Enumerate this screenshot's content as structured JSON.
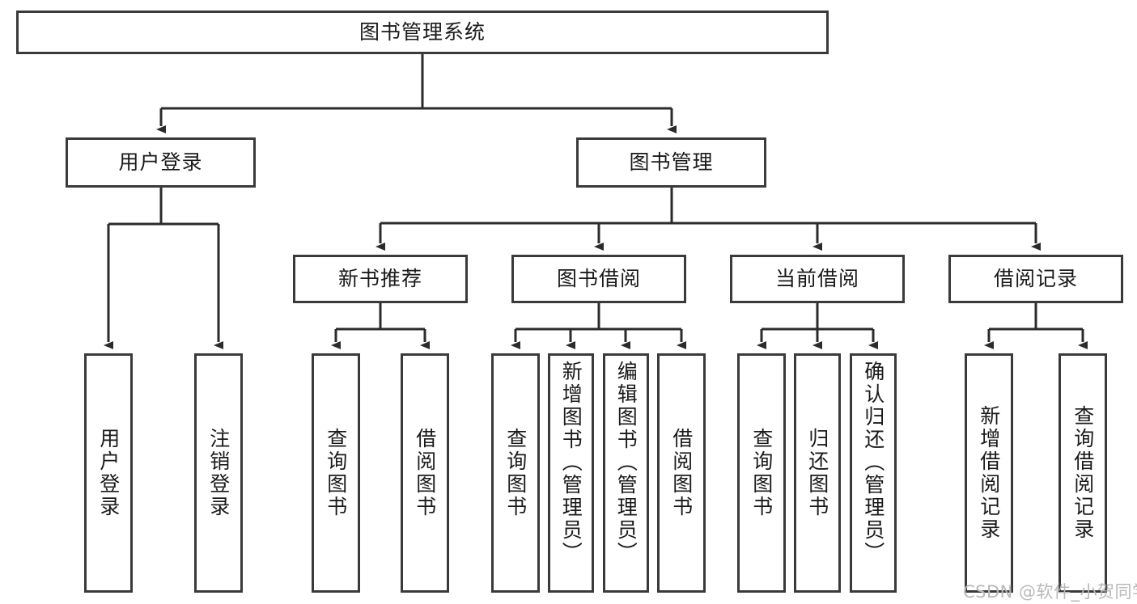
{
  "diagram": {
    "title": "图书管理系统",
    "type": "hierarchy-tree",
    "watermark": "CSDN @软件_小贺同学",
    "colors": {
      "box_border": "#3a3a3a",
      "box_fill": "#ffffff",
      "edge": "#2b2b2b",
      "text": "#1a1a1a",
      "watermark": "#b9b9b9"
    },
    "root": {
      "label": "图书管理系统"
    },
    "level2": [
      {
        "label": "用户登录"
      },
      {
        "label": "图书管理"
      }
    ],
    "level3": [
      {
        "label": "新书推荐"
      },
      {
        "label": "图书借阅"
      },
      {
        "label": "当前借阅"
      },
      {
        "label": "借阅记录"
      }
    ],
    "leaves": {
      "user_login": [
        {
          "label": "用户登录"
        },
        {
          "label": "注销登录"
        }
      ],
      "new_book_recommend": [
        {
          "label": "查询图书"
        },
        {
          "label": "借阅图书"
        }
      ],
      "book_borrow": [
        {
          "label": "查询图书"
        },
        {
          "label": "新增图书（管理员）"
        },
        {
          "label": "编辑图书（管理员）"
        },
        {
          "label": "借阅图书"
        }
      ],
      "current_borrow": [
        {
          "label": "查询图书"
        },
        {
          "label": "归还图书"
        },
        {
          "label": "确认归还（管理员）"
        }
      ],
      "borrow_record": [
        {
          "label": "新增借阅记录"
        },
        {
          "label": "查询借阅记录"
        }
      ]
    }
  }
}
